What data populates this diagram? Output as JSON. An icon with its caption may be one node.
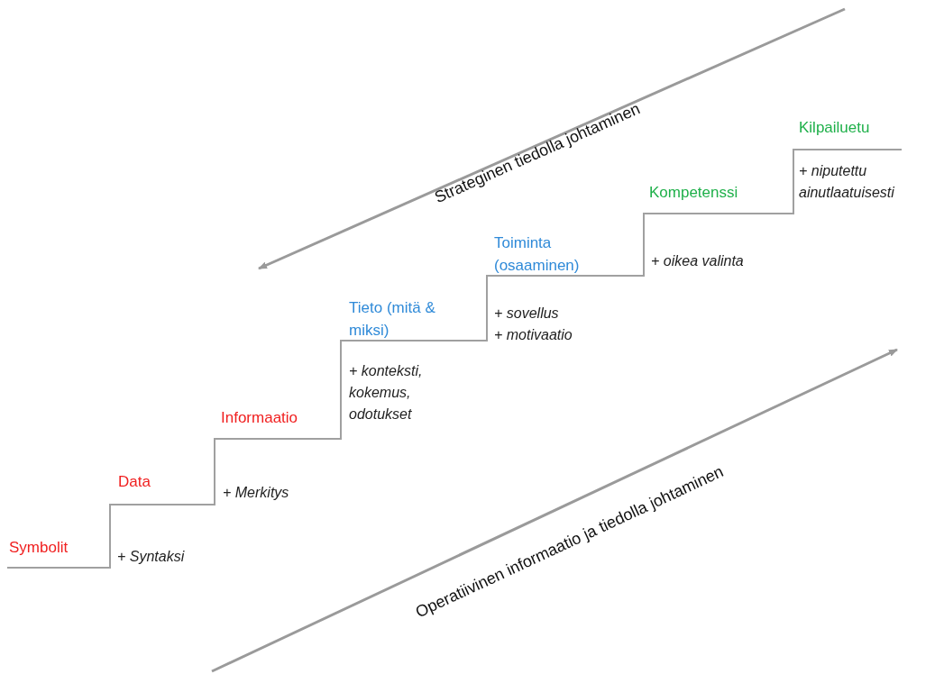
{
  "diagram": {
    "labels": [
      "Symbolit",
      "+ Syntaksi",
      "Data",
      "+ Merkitys",
      "Informaatio",
      "+ konteksti, kokemus, odotukset",
      "Tieto (mitä & miksi)",
      "+ sovellus",
      "+ motivaatio",
      "Toiminta (osaaminen)",
      "Kompetenssi",
      "+ oikea valinta",
      "Kilpailuetu",
      "+ niputettu ainutlaatuisesti",
      "Strateginen tiedolla johtaminen",
      "Operatiivinen informaatio ja tiedolla johtaminen"
    ]
  }
}
